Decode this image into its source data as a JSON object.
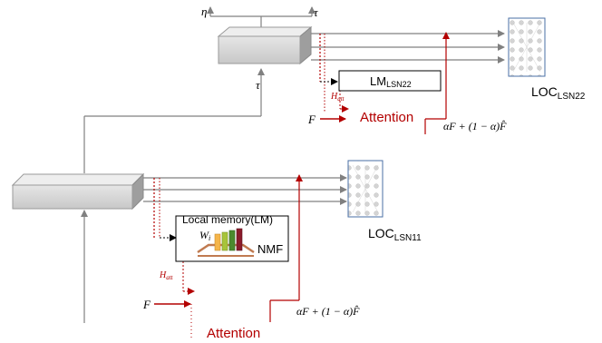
{
  "diagram": {
    "top_eta": "η",
    "top_tau_right": "τ",
    "tau_vertical": "τ",
    "lm_upper": {
      "main": "LM",
      "sub": "LSN22"
    },
    "loc_upper": {
      "main": "LOC",
      "sub": "LSN22"
    },
    "h_att_upper": {
      "main": "H",
      "sub": "att"
    },
    "F_upper": "F",
    "attention_upper": "Attention",
    "formula_upper": "αF + (1 − α)F̂",
    "local_memory_title": "Local memory(LM)",
    "w_label": {
      "main": "W",
      "sub": "i"
    },
    "nmf_label": "NMF",
    "loc_lower": {
      "main": "LOC",
      "sub": "LSN11"
    },
    "h_att_lower": {
      "main": "H",
      "sub": "att"
    },
    "F_lower": "F",
    "attention_lower": "Attention",
    "formula_lower": "αF + (1 − α)F̂",
    "colors": {
      "attention_red": "#b30000",
      "line_gray": "#808080",
      "box_gray": "#d9d9d9",
      "network_blue": "#4a6fa5"
    }
  }
}
